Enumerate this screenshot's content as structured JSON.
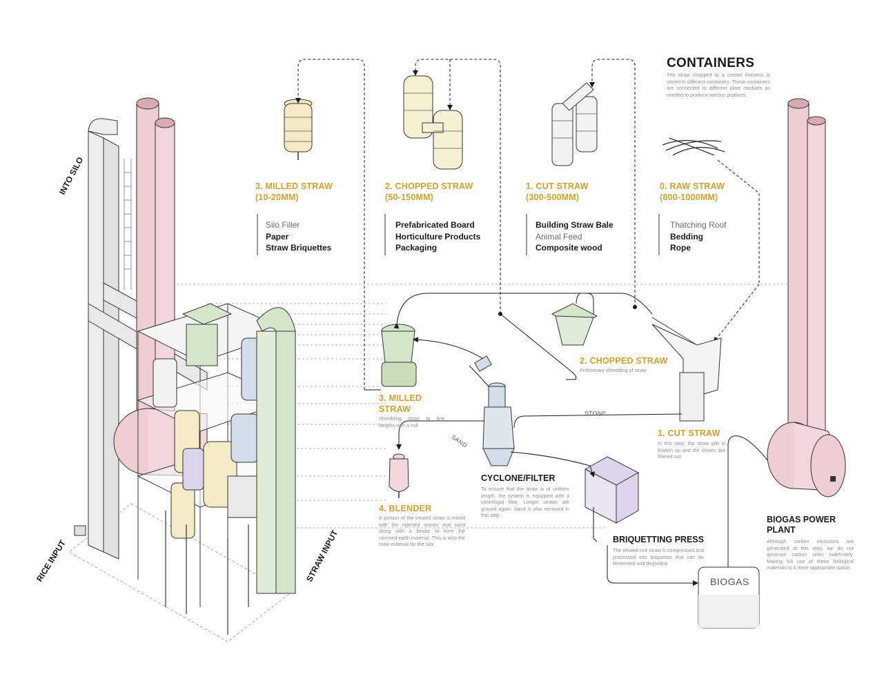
{
  "containers": {
    "title": "CONTAINERS",
    "description": "The straw chopped to a certain fineness is stored in different containers. These containers are connected to different plant modules as needed to produce various products."
  },
  "grades": [
    {
      "id": "milled",
      "label": "3. MILLED STRAW",
      "size": "(10-20MM)",
      "uses": [
        {
          "text": "Silo Filler",
          "bold": false
        },
        {
          "text": "Paper",
          "bold": true
        },
        {
          "text": "Straw Briquettes",
          "bold": true
        }
      ]
    },
    {
      "id": "chopped",
      "label": "2. CHOPPED STRAW",
      "size": "(50-150MM)",
      "uses": [
        {
          "text": "Prefabricated Board",
          "bold": true
        },
        {
          "text": "Horticulture Products",
          "bold": true
        },
        {
          "text": "Packaging",
          "bold": true
        }
      ]
    },
    {
      "id": "cut",
      "label": "1. CUT STRAW",
      "size": "(300-500MM)",
      "uses": [
        {
          "text": "Building Straw Bale",
          "bold": true
        },
        {
          "text": "Animal Feed",
          "bold": false
        },
        {
          "text": "Composite wood",
          "bold": true
        }
      ]
    },
    {
      "id": "raw",
      "label": "0. RAW STRAW",
      "size": "(800-1000MM)",
      "uses": [
        {
          "text": "Thatching Roof",
          "bold": false
        },
        {
          "text": "Bedding",
          "bold": true
        },
        {
          "text": "Rope",
          "bold": true
        }
      ]
    }
  ],
  "processes": {
    "chopped": {
      "label": "2. CHOPPED STRAW",
      "desc": "Preliminary shredding of straw"
    },
    "milled": {
      "label": "3. MILLED STRAW",
      "desc": "Shredding straw to fine lengths with a mill"
    },
    "cut": {
      "label": "1. CUT STRAW",
      "desc": "In this step, the straw pile is broken up and the stones are filtered out."
    },
    "blender": {
      "label": "4. BLENDER",
      "desc": "A portion of the treated straw is mixed with the rejected stones and sand along with a binder to form the rammed earth material. This is also the main material for the silo."
    },
    "cyclone": {
      "label": "CYCLONE/FILTER",
      "desc": "To ensure that the straw is of uniform length, the system is equipped with a centrifugal filter. Longer straws are ground again. Sand is also removed in this step."
    },
    "briquetting": {
      "label": "BRIQUETTING PRESS",
      "desc": "The treated rice straw is compressed and processed into briquettes that can be fermented and degraded."
    },
    "biogas_plant": {
      "label": "BIOGAS POWER PLANT",
      "desc": "Although carbon emissions are generated at this step, we do not generate carbon sinks indefinitely. Making full use of these biological materials is a more appropriate option."
    }
  },
  "flow_labels": {
    "stone": "STONE",
    "sand": "SAND",
    "biogas": "BIOGAS"
  },
  "side_labels": {
    "into_silo": "INTO SILO",
    "rice_input": "RICE INPUT",
    "straw_input": "STRAW INPUT"
  },
  "colors": {
    "accent": "#d4a12b",
    "pink": "#eecdd3",
    "green": "#d5e5ca",
    "cream": "#f3ebc6",
    "blue": "#d3dde8",
    "lavender": "#ddd3ea",
    "line": "#1a1a1a",
    "guide": "#9a9a9a"
  }
}
